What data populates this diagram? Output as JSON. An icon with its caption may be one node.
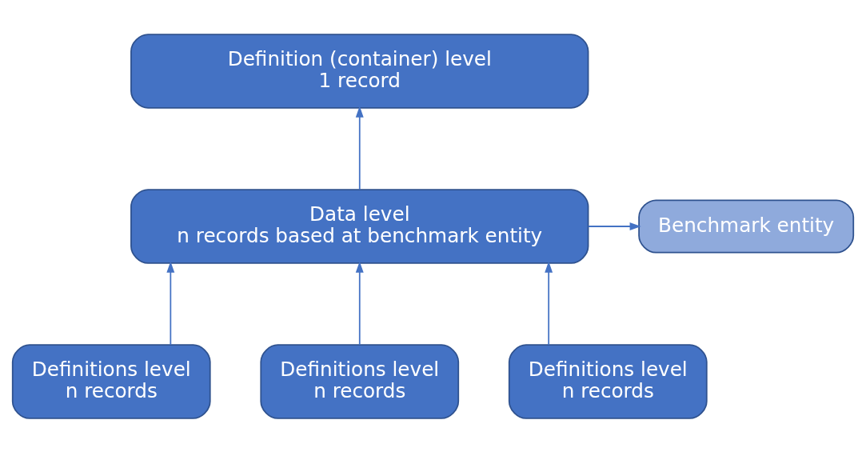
{
  "diagram": {
    "nodes": [
      {
        "text": [
          "Definition (container) level",
          "1 record"
        ]
      },
      {
        "text": [
          "Benchmark entity"
        ]
      },
      {
        "text": [
          "Data level",
          "n records based at benchmark entity"
        ]
      },
      {
        "text": [
          "Definitions level",
          "n records"
        ]
      },
      {
        "text": [
          "Definitions level",
          "n records"
        ]
      },
      {
        "text": [
          "Definitions level",
          "n records"
        ]
      }
    ],
    "edges": [
      {
        "from": 2,
        "to": 0,
        "arrow": "to"
      },
      {
        "from": 2,
        "to": 1,
        "arrow": "to"
      },
      {
        "from": 3,
        "to": 2,
        "arrow": "to"
      },
      {
        "from": 4,
        "to": 2,
        "arrow": "to"
      },
      {
        "from": 5,
        "to": 2,
        "arrow": "to"
      }
    ]
  }
}
